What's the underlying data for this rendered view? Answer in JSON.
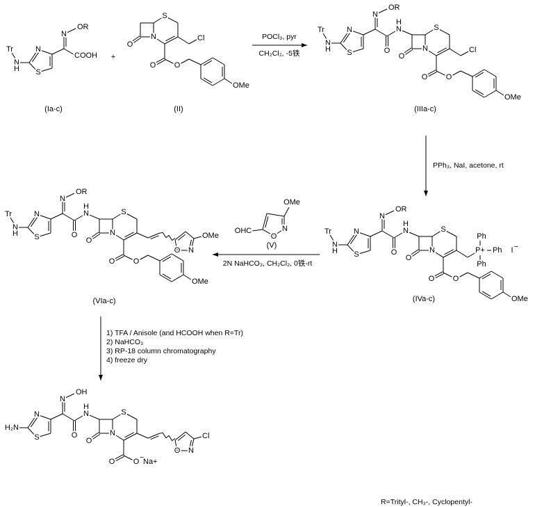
{
  "compounds": {
    "Ia": {
      "label": "(Ia-c)",
      "atoms": {
        "tr": "Tr",
        "nh_n": "N",
        "nh_h": "H",
        "ring_n": "N",
        "ring_s": "S",
        "oxime_n": "N",
        "oxime_or": "OR",
        "acid": "COOH"
      }
    },
    "plus": "+",
    "II": {
      "label": "(II)",
      "atoms": {
        "ring_s": "S",
        "lactam_n": "N",
        "lactam_o": "O",
        "cl": "Cl",
        "ester_o1": "O",
        "ester_o2": "O",
        "ome": "OMe"
      }
    },
    "IIIa": {
      "label": "(IIIa-c)",
      "atoms": {
        "tr": "Tr",
        "nh_n": "N",
        "nh_h": "H",
        "ring_n": "N",
        "ring_s": "S",
        "oxime_n": "N",
        "oxime_or": "OR",
        "amide_o": "O",
        "amide_n": "N",
        "amide_h": "H",
        "core_s": "S",
        "lactam_n": "N",
        "lactam_o": "O",
        "cl": "Cl",
        "ester_o1": "O",
        "ester_o2": "O",
        "ome": "OMe"
      }
    },
    "IVa": {
      "label": "(IVa-c)",
      "atoms": {
        "tr": "Tr",
        "nh_n": "N",
        "nh_h": "H",
        "ring_n": "N",
        "ring_s": "S",
        "oxime_n": "N",
        "oxime_or": "OR",
        "amide_o": "O",
        "amide_n": "N",
        "amide_h": "H",
        "core_s": "S",
        "lactam_n": "N",
        "lactam_o": "O",
        "p": "P+",
        "ph1": "Ph",
        "ph2": "Ph",
        "ph3": "Ph",
        "iodide": "I",
        "iodide_charge": "−",
        "ester_o1": "O",
        "ester_o2": "O",
        "ome": "OMe"
      }
    },
    "V": {
      "label": "(V)",
      "atoms": {
        "ome": "OMe",
        "cho": "OHC",
        "ring_o": "O",
        "ring_n": "N"
      }
    },
    "VIa": {
      "label": "(VIa-c)",
      "atoms": {
        "tr": "Tr",
        "nh_n": "N",
        "nh_h": "H",
        "ring_n": "N",
        "ring_s": "S",
        "oxime_n": "N",
        "oxime_or": "OR",
        "amide_o": "O",
        "amide_n": "N",
        "amide_h": "H",
        "core_s": "S",
        "lactam_n": "N",
        "lactam_o": "O",
        "isox_o": "O",
        "isox_n": "N",
        "isox_sub": "OMe",
        "ester_o1": "O",
        "ester_o2": "O",
        "ome": "OMe"
      }
    },
    "final": {
      "atoms": {
        "amine": "H₂N",
        "ring_n": "N",
        "ring_s": "S",
        "oxime_n": "N",
        "oxime_or": "OH",
        "amide_o": "O",
        "amide_n": "N",
        "amide_h": "H",
        "core_s": "S",
        "lactam_n": "N",
        "lactam_o": "O",
        "isox_o": "O",
        "isox_n": "N",
        "isox_sub": "Cl",
        "ester_o1": "O",
        "ester_o2": "O",
        "charge": "−",
        "counter": "Na+"
      }
    }
  },
  "reactions": {
    "step1": {
      "above": "POCl₃, pyr",
      "below": "CH₂Cl₂, -5铁"
    },
    "step2": {
      "text": "PPh₃, NaI, acetone, rt"
    },
    "step3": {
      "below": "2N NaHCO₃, CH₂Cl₂, 0铁-rt"
    },
    "step4": {
      "steps": [
        "1) TFA / Anisole (and HCOOH when R=Tr)",
        "2) NaHCO₃",
        "3) RP-18 column chromatography",
        "4) freeze dry"
      ]
    }
  },
  "footnote": "R=Trityl-, CH₃-, Cyclopentyl-"
}
